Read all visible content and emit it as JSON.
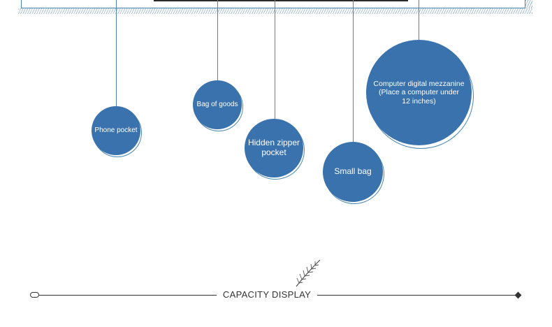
{
  "colors": {
    "bubble": "#3a72ad",
    "string": "#4a86b0",
    "text": "#333333"
  },
  "bubbles": [
    {
      "key": "phone_pocket",
      "label": "Phone pocket"
    },
    {
      "key": "bag_of_goods",
      "label": "Bag of goods"
    },
    {
      "key": "hidden_zipper_pocket",
      "label_line1": "Hidden zipper",
      "label_line2": "pocket"
    },
    {
      "key": "small_bag",
      "label": "Small bag"
    },
    {
      "key": "computer_mezzanine",
      "label_line1": "Computer digital mezzanine",
      "label_line2": "(Place a computer under",
      "label_line3": "12 inches)"
    }
  ],
  "footer": {
    "title": "CAPACITY DISPLAY"
  },
  "icons": {
    "decoration": "leaf-sprig-icon",
    "left_cap": "pill-cap-icon",
    "right_cap": "diamond-cap-icon"
  }
}
